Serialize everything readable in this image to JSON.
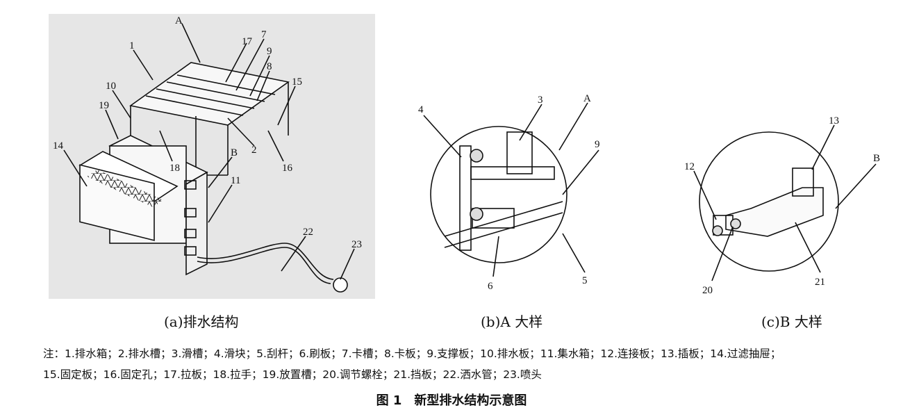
{
  "panels": {
    "a": {
      "caption": "(a)排水结构",
      "labels": [
        "A",
        "1",
        "17",
        "7",
        "9",
        "8",
        "10",
        "15",
        "19",
        "14",
        "18",
        "2",
        "16",
        "B",
        "11",
        "22",
        "23"
      ]
    },
    "b": {
      "caption": "(b)A 大样",
      "labels": [
        "4",
        "3",
        "A",
        "9",
        "6",
        "5"
      ]
    },
    "c": {
      "caption": "(c)B 大样",
      "labels": [
        "13",
        "B",
        "12",
        "20",
        "21"
      ]
    }
  },
  "notes": {
    "line1": "注：1.排水箱；2.排水槽；3.滑槽；4.滑块；5.刮杆；6.刷板；7.卡槽；8.卡板；9.支撑板；10.排水板；11.集水箱；12.连接板；13.插板；14.过滤抽屉；",
    "line2": "15.固定板；16.固定孔；17.拉板；18.拉手；19.放置槽；20.调节螺栓；21.挡板；22.洒水管；23.喷头"
  },
  "figure_title": "图 1　新型排水结构示意图"
}
